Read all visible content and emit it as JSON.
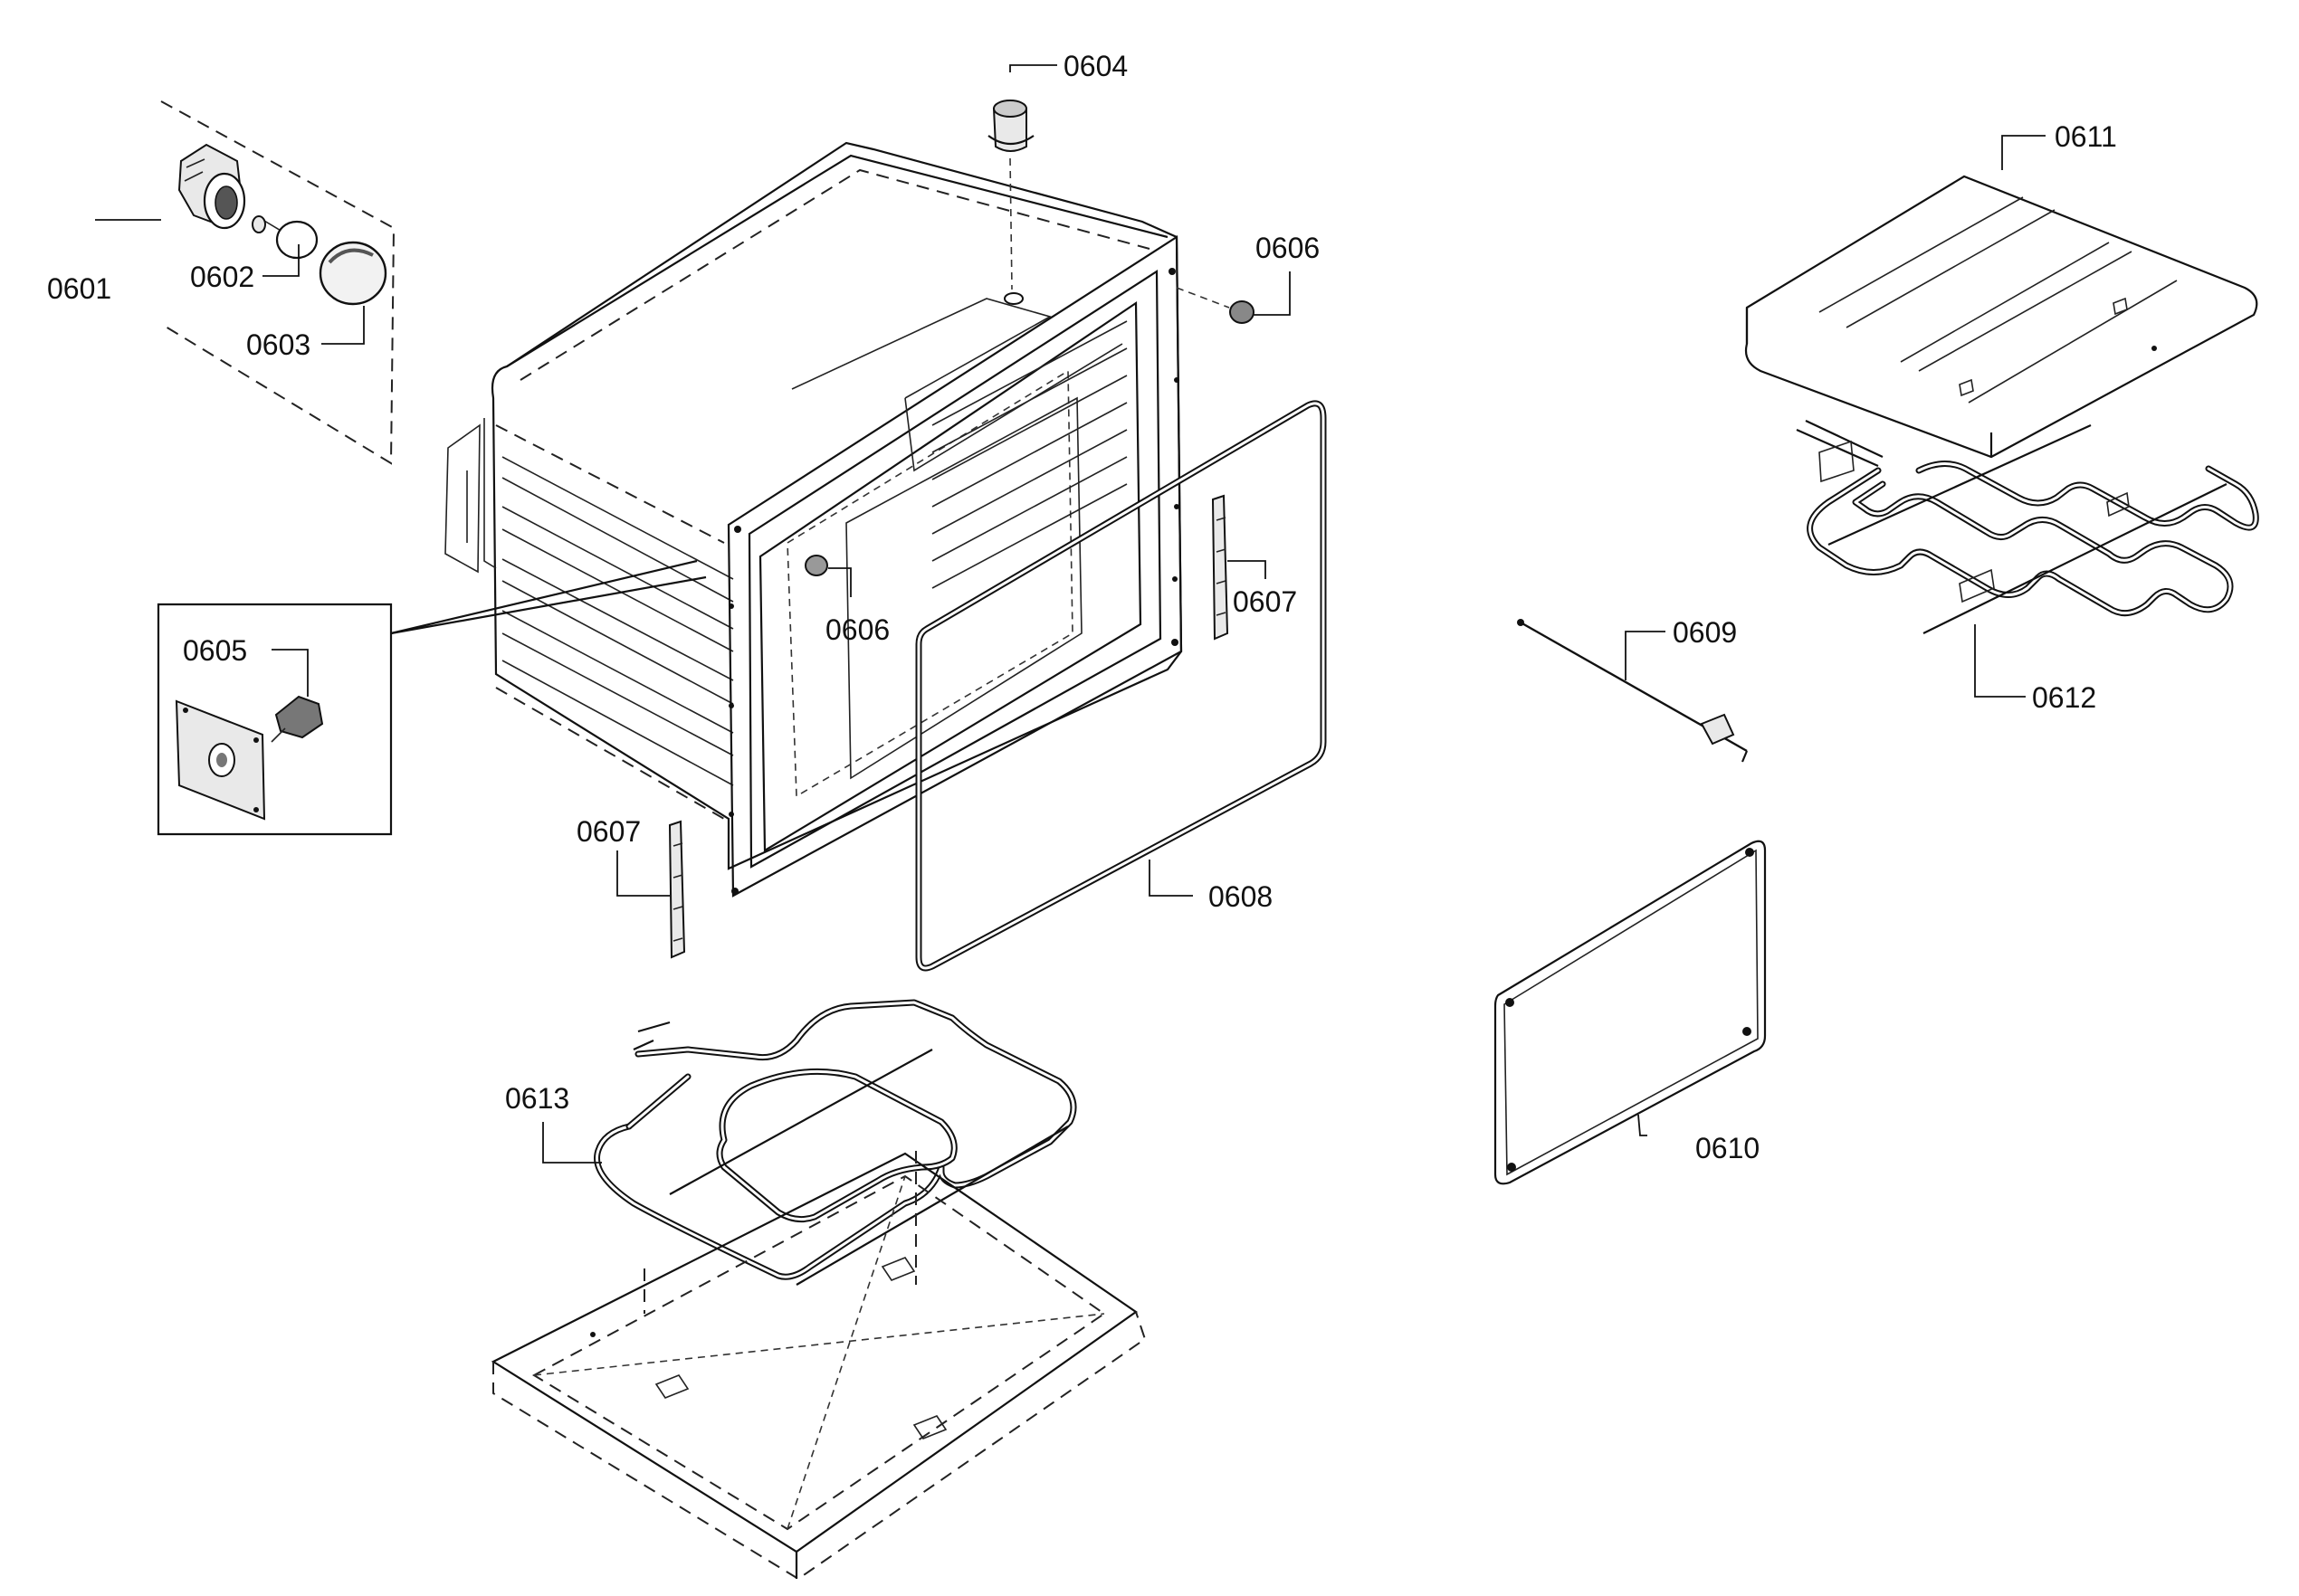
{
  "diagram": {
    "labels": {
      "p0601": "0601",
      "p0602": "0602",
      "p0603": "0603",
      "p0604": "0604",
      "p0605": "0605",
      "p0606_top": "0606",
      "p0606_mid": "0606",
      "p0607_right": "0607",
      "p0607_left": "0607",
      "p0608": "0608",
      "p0609": "0609",
      "p0610": "0610",
      "p0611": "0611",
      "p0612": "0612",
      "p0613": "0613"
    }
  }
}
